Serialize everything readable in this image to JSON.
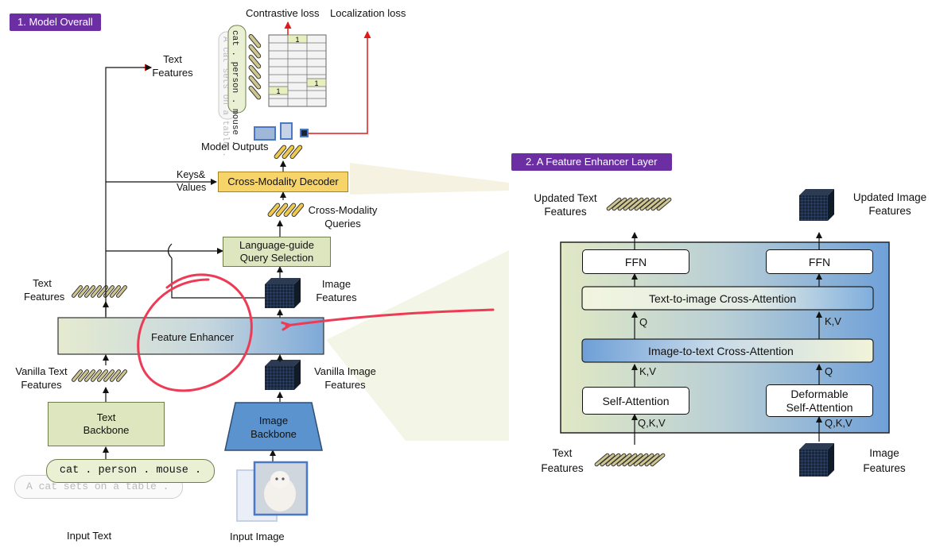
{
  "left": {
    "tag": "1. Model Overall",
    "contrastive_loss": "Contrastive loss",
    "localization_loss": "Localization loss",
    "text_features_top": [
      "Text",
      "Features"
    ],
    "vertical_text_main": "cat . person . mouse .",
    "vertical_text_faded": "A cat sets on a table .",
    "matrix_ones": [
      "1",
      "1",
      "1"
    ],
    "model_outputs": "Model Outputs",
    "keys_values": [
      "Keys&",
      "Values"
    ],
    "cross_modality_decoder": "Cross-Modality Decoder",
    "cross_modality_queries": [
      "Cross-Modality",
      "Queries"
    ],
    "query_selection": [
      "Language-guide",
      "Query Selection"
    ],
    "text_features_mid": [
      "Text",
      "Features"
    ],
    "image_features_mid": [
      "Image",
      "Features"
    ],
    "feature_enhancer": "Feature Enhancer",
    "vanilla_text_features": [
      "Vanilla Text",
      "Features"
    ],
    "vanilla_image_features": [
      "Vanilla Image",
      "Features"
    ],
    "text_backbone": [
      "Text",
      "Backbone"
    ],
    "image_backbone": [
      "Image",
      "Backbone"
    ],
    "input_prompt": "cat . person . mouse .",
    "input_prompt_faded": "A cat sets on a table .",
    "input_text": "Input Text",
    "input_image": "Input Image"
  },
  "right": {
    "tag": "2. A Feature Enhancer Layer",
    "updated_text_features": [
      "Updated Text",
      "Features"
    ],
    "updated_image_features": [
      "Updated Image",
      "Features"
    ],
    "ffn_left": "FFN",
    "ffn_right": "FFN",
    "text_to_image": "Text-to-image Cross-Attention",
    "image_to_text": "Image-to-text Cross-Attention",
    "self_attention": "Self-Attention",
    "deformable": [
      "Deformable",
      "Self-Attention"
    ],
    "q_upper": "Q",
    "kv_upper": "K,V",
    "kv_lower": "K,V",
    "q_lower": "Q",
    "qkv_left": "Q,K,V",
    "qkv_right": "Q,K,V",
    "text_features": [
      "Text",
      "Features"
    ],
    "image_features": [
      "Image",
      "Features"
    ]
  },
  "colors": {
    "purple_tag": "#6b2fa3",
    "yellow_box": "#f7d46a",
    "green_box": "#dde6bf",
    "blue_box": "#5b93cf",
    "loss_arrow": "#e01818",
    "annotation_pen": "#ee3b55",
    "feature_token": "#c9c08a",
    "image_cube": "#1a2433"
  }
}
